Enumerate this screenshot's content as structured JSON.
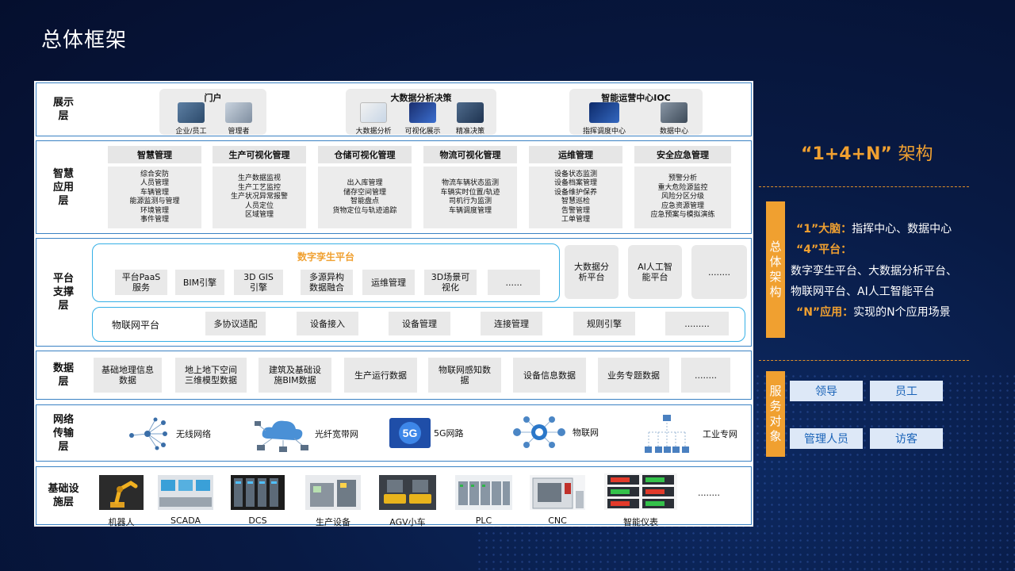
{
  "title": "总体框架",
  "layers": {
    "display": {
      "label": "展示\n层",
      "groups": [
        {
          "title": "门户",
          "items": [
            "企业/员工",
            "管理者"
          ]
        },
        {
          "title": "大数据分析决策",
          "items": [
            "大数据分析",
            "可视化展示",
            "精准决策"
          ]
        },
        {
          "title": "智能运营中心IOC",
          "items": [
            "指挥调度中心",
            "数据中心"
          ]
        }
      ]
    },
    "app": {
      "label": "智慧\n应用\n层",
      "columns": [
        {
          "title": "智慧管理",
          "items": [
            "综合安防",
            "人员管理",
            "车辆管理",
            "能源监测与管理",
            "环境管理",
            "事件管理"
          ]
        },
        {
          "title": "生产可视化管理",
          "items": [
            "生产数据监视",
            "生产工艺监控",
            "生产状况异常报警",
            "人员定位",
            "区域管理"
          ]
        },
        {
          "title": "仓储可视化管理",
          "items": [
            "出入库管理",
            "储存空间管理",
            "智能盘点",
            "货物定位与轨迹追踪"
          ]
        },
        {
          "title": "物流可视化管理",
          "items": [
            "物流车辆状态监测",
            "车辆实时位置/轨迹",
            "司机行为监测",
            "车辆调度管理"
          ]
        },
        {
          "title": "运维管理",
          "items": [
            "设备状态监测",
            "设备档案管理",
            "设备维护保养",
            "智慧巡检",
            "告警管理",
            "工单管理"
          ]
        },
        {
          "title": "安全应急管理",
          "items": [
            "预警分析",
            "重大危险源监控",
            "风险分区分级",
            "应急资源管理",
            "应急预案与模拟演练"
          ]
        }
      ]
    },
    "platform": {
      "label": "平台\n支撑\n层",
      "twin_title": "数字孪生平台",
      "twin_items": [
        "平台PaaS\n服务",
        "BIM引擎",
        "3D GIS\n引擎",
        "多源异构\n数据融合",
        "运维管理",
        "3D场景可\n视化",
        "......"
      ],
      "side_items": [
        "大数据分\n析平台",
        "AI人工智\n能平台",
        "........"
      ],
      "iot_title": "物联网平台",
      "iot_items": [
        "多协议适配",
        "设备接入",
        "设备管理",
        "连接管理",
        "规则引擎",
        "........."
      ]
    },
    "data": {
      "label": "数据\n层",
      "items": [
        "基础地理信息\n数据",
        "地上地下空间\n三维模型数据",
        "建筑及基础设\n施BIM数据",
        "生产运行数据",
        "物联网感知数\n据",
        "设备信息数据",
        "业务专题数据",
        "........"
      ]
    },
    "network": {
      "label": "网络\n传输\n层",
      "items": [
        "无线网络",
        "光纤宽带网",
        "5G网路",
        "物联网",
        "工业专网"
      ],
      "badge_5g": "5G"
    },
    "infra": {
      "label": "基础设\n施层",
      "items": [
        "机器人",
        "SCADA",
        "DCS",
        "生产设备",
        "AGV小车",
        "PLC",
        "CNC",
        "智能仪表"
      ],
      "more": "........"
    }
  },
  "right": {
    "formula_num": "“1+4+N”",
    "formula_text": "架构",
    "overall_bar": "总\n体\n架\n构",
    "lines": [
      {
        "k": "“1”大脑：",
        "v": "指挥中心、数据中心"
      },
      {
        "k": "“4”平台：",
        "v": ""
      },
      {
        "k": "",
        "v": "数字孪生平台、大数据分析平台、"
      },
      {
        "k": "",
        "v": "物联网平台、AI人工智能平台"
      },
      {
        "k": "“N”应用：",
        "v": "实现的N个应用场景"
      }
    ],
    "service_bar": "服\n务\n对\n象",
    "services": [
      "领导",
      "员工",
      "管理人员",
      "访客"
    ]
  },
  "colors": {
    "accent": "#f0a030",
    "border": "#3a82c4",
    "cyan": "#35b0e6",
    "bg": "#081a44"
  }
}
